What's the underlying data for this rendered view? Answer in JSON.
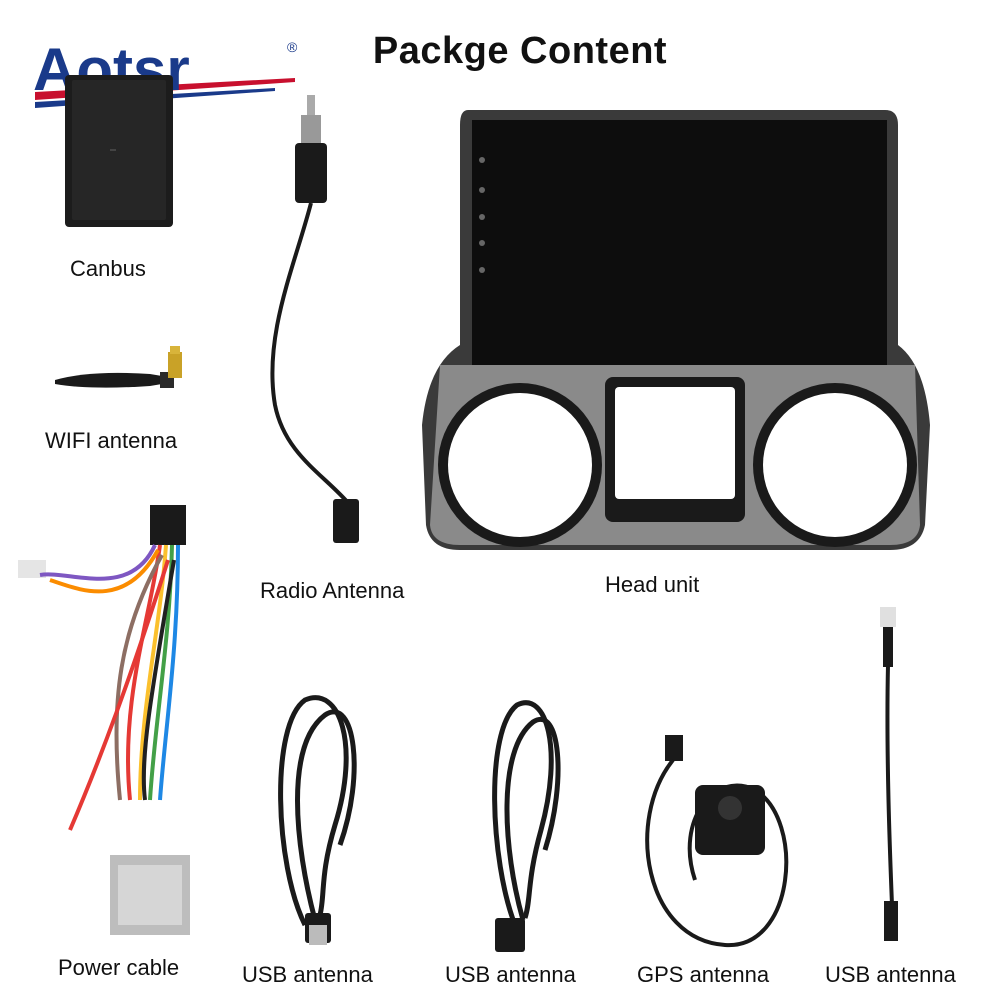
{
  "brand": {
    "name": "Aotsr",
    "mark": "®"
  },
  "title": "Packge Content",
  "items": [
    {
      "key": "canbus",
      "label": "Canbus"
    },
    {
      "key": "wifi",
      "label": "WIFI antenna"
    },
    {
      "key": "radio",
      "label": "Radio Antenna"
    },
    {
      "key": "head",
      "label": "Head unit"
    },
    {
      "key": "power",
      "label": "Power cable"
    },
    {
      "key": "usb1",
      "label": "USB antenna"
    },
    {
      "key": "usb2",
      "label": "USB antenna"
    },
    {
      "key": "gps",
      "label": "GPS antenna"
    },
    {
      "key": "usb3",
      "label": "USB antenna"
    }
  ],
  "colors": {
    "accent": "#1a3a8a",
    "stripe": "#c8102e",
    "device": "#111111",
    "frame": "#3a3a3a"
  }
}
